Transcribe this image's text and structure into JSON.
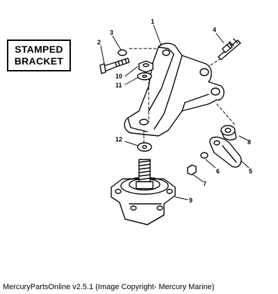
{
  "box_label": {
    "line1": "STAMPED",
    "line2": "BRACKET"
  },
  "callouts": [
    "1",
    "2",
    "3",
    "4",
    "5",
    "6",
    "7",
    "8",
    "9",
    "10",
    "11",
    "12"
  ],
  "footer": "MercuryPartsOnline v2.5.1 (Image Copyright- Mercury Marine)"
}
